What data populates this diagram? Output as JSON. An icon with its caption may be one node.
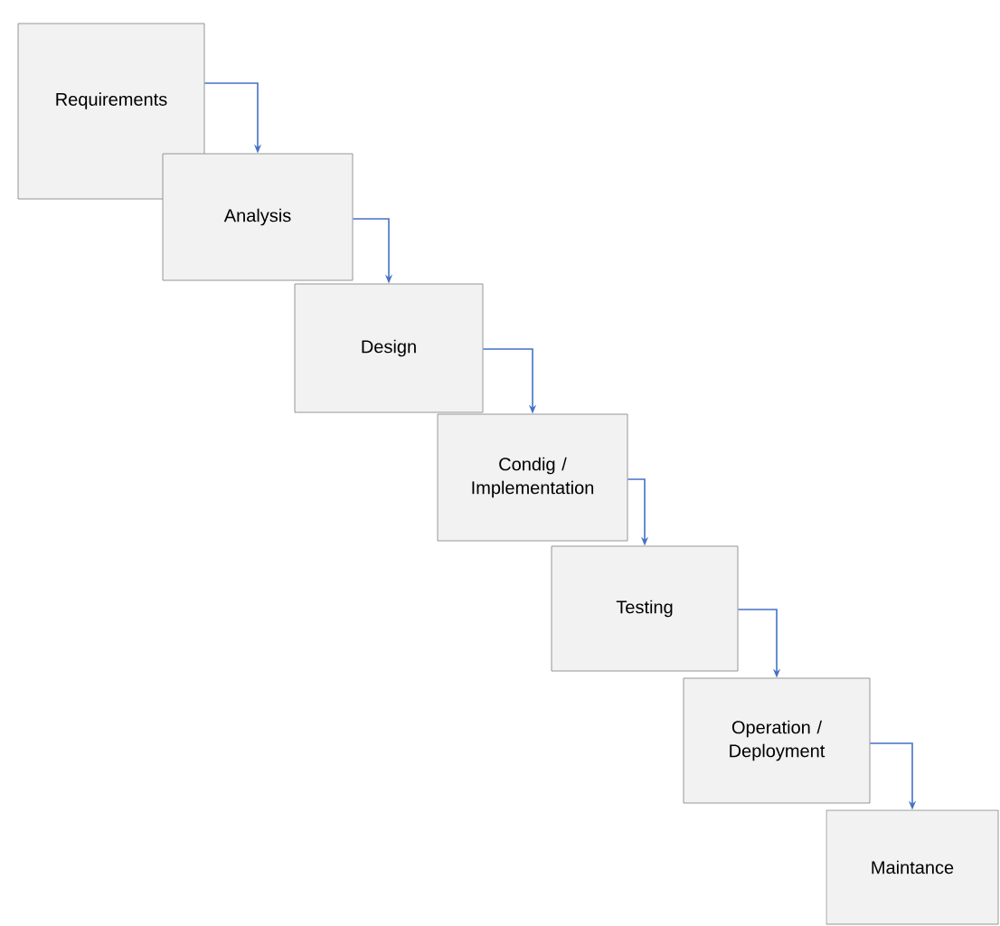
{
  "diagram": {
    "nodes": [
      {
        "text": [
          "Requirements"
        ]
      },
      {
        "text": [
          "Analysis"
        ]
      },
      {
        "text": [
          "Design"
        ]
      },
      {
        "text": [
          "Condig / Implementation"
        ]
      },
      {
        "text": [
          "Testing"
        ]
      },
      {
        "text": [
          "Operation / Deployment"
        ]
      },
      {
        "text": [
          "Maintance"
        ]
      }
    ],
    "edges": [
      {
        "from": 0,
        "to": 1,
        "arrow": "to"
      },
      {
        "from": 1,
        "to": 2,
        "arrow": "to"
      },
      {
        "from": 2,
        "to": 3,
        "arrow": "to"
      },
      {
        "from": 3,
        "to": 4,
        "arrow": "to"
      },
      {
        "from": 4,
        "to": 5,
        "arrow": "to"
      },
      {
        "from": 5,
        "to": 6,
        "arrow": "to"
      }
    ]
  }
}
